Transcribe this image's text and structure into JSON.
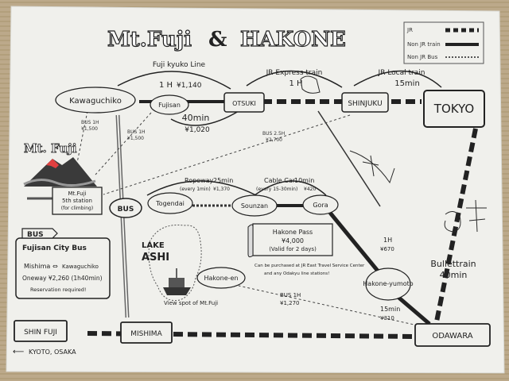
{
  "title": {
    "left": "Mt.Fuji",
    "amp": "&",
    "right": "HAKONE"
  },
  "legend": {
    "jr": "JR",
    "non_jr_train": "Non JR train",
    "non_jr_bus": "Non JR Bus"
  },
  "stations": {
    "kawaguchiko": "Kawaguchiko",
    "fujisan": "Fujisan",
    "otsuki": "OTSUKI",
    "shinjuku": "SHINJUKU",
    "tokyo": "TOKYO",
    "togendai": "Togendai",
    "sounzan": "Sounzan",
    "gora": "Gora",
    "hakone_en": "Hakone-en",
    "hakone_yumoto": "Hakone-yumoto",
    "odawara": "ODAWARA",
    "mishima": "MISHIMA",
    "shin_fuji": "SHIN FUJI",
    "fifth_station": [
      "Mt.Fuji",
      "5th station",
      "(for climbing)"
    ]
  },
  "routes": {
    "fuji_kyuko": {
      "name": "Fuji kyuko Line",
      "time": "1 H",
      "fare": "¥1,140"
    },
    "fujisan_otsuki": {
      "time": "40min",
      "fare": "¥1,020"
    },
    "jr_express": {
      "name": "JR Express train",
      "time": "1 H"
    },
    "jr_local": {
      "name": "JR Local train",
      "time": "15min"
    },
    "bus_5th_a": {
      "time": "BUS 1H",
      "fare": "¥1,500"
    },
    "bus_5th_b": {
      "time": "BUS 1H",
      "fare": "¥1,500"
    },
    "bus_shinjuku": {
      "time": "BUS 2.5H",
      "fare": "¥2,700"
    },
    "ropeway": {
      "name": "Ropeway",
      "time": "25min",
      "note": "(every 1min)",
      "fare": "¥1,370"
    },
    "cable_car": {
      "name": "Cable Car",
      "time": "10min",
      "note": "(every 15-30min)",
      "fare": "¥420"
    },
    "gora_yumoto": {
      "time": "1H",
      "fare": "¥670"
    },
    "yumoto_odawara": {
      "time": "15min",
      "fare": "¥310"
    },
    "bus_odawara_hakone_en": {
      "time": "BUS 1H",
      "fare": "¥1,270"
    },
    "bullettrain": {
      "name": "Bullettrain",
      "time": "40min"
    }
  },
  "bus_badge": "BUS",
  "mt_fuji_label": "Mt. Fuji",
  "lake": {
    "line1": "LAKE",
    "line2": "ASHI",
    "viewspot": "View spot of Mt.Fuji"
  },
  "hakone_pass": {
    "title": "Hakone Pass",
    "price": "¥4,000",
    "validity": "(Valid for 2 days)",
    "note1": "Can be purchased at JR East Travel Service Center",
    "note2": "and any Odakyu line stations!"
  },
  "fujisan_bus": {
    "badge": "BUS",
    "title": "Fujisan City Bus",
    "route_from": "Mishima",
    "arrow": "⇔",
    "route_to": "Kawaguchiko",
    "oneway": "Oneway ¥2,260 (1h40min)",
    "reservation": "Reservation required!"
  },
  "direction": {
    "arrow": "⟵",
    "text": "KYOTO, OSAKA"
  },
  "colors": {
    "paper": "#f2f2ee",
    "ink": "#1a1a1a",
    "tatami": "#b9a98a",
    "pen": "#2a2a2a"
  }
}
